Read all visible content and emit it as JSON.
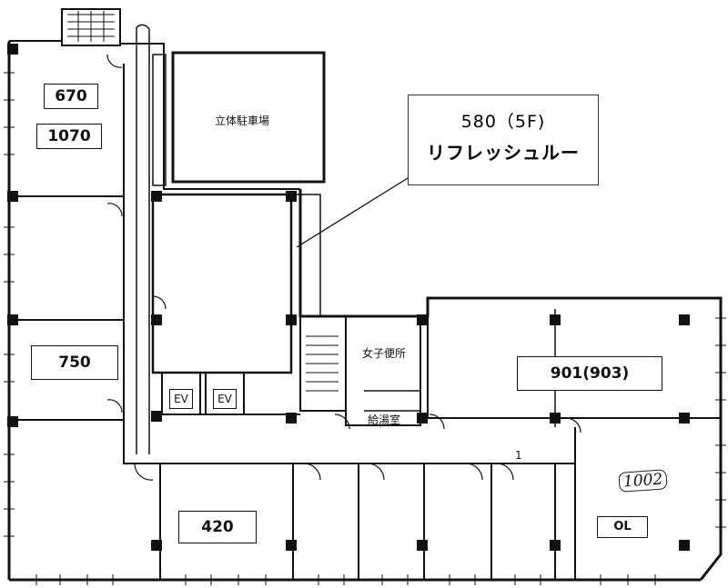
{
  "rooms": {
    "room_670": "670",
    "room_1070": "1070",
    "room_750": "750",
    "room_420": "420",
    "room_901": "901(903)",
    "room_1002": "1002",
    "room_ol": "OL"
  },
  "facilities": {
    "parking": "立体駐車場",
    "womens_toilet": "女子便所",
    "kitchen": "給湯室",
    "elevator_1": "EV",
    "elevator_2": "EV"
  },
  "callout": {
    "line1": "580（5F)",
    "line2": "リフレッシュルー"
  },
  "marks": {
    "corridor_mark": "1"
  }
}
